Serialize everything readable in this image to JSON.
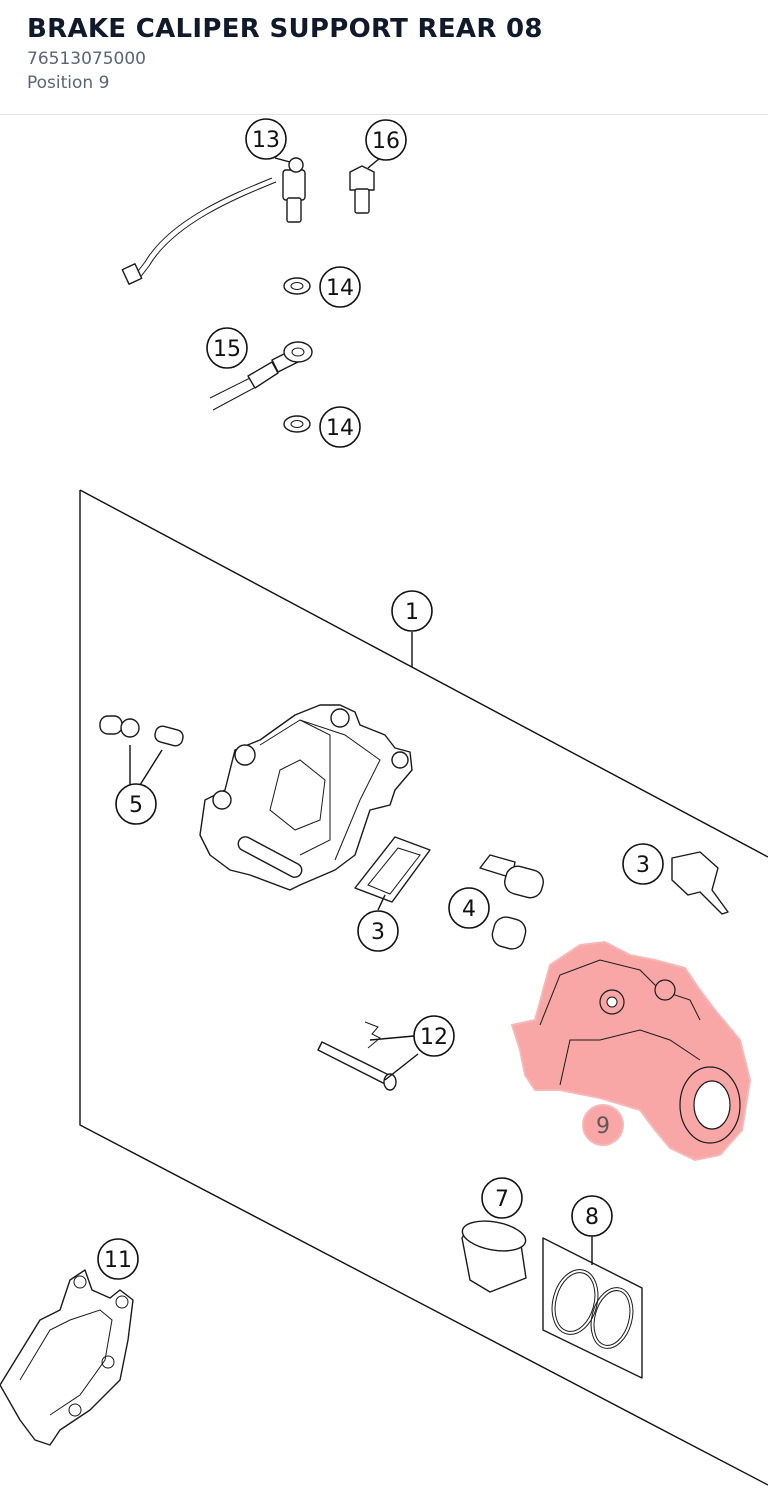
{
  "header": {
    "title": "BRAKE CALIPER SUPPORT REAR 08",
    "part_number": "76513075000",
    "position": "Position 9"
  },
  "diagram": {
    "highlight_color": "#f9a6a6",
    "highlight_stroke": "#f5b8b8",
    "callouts": {
      "c13": "13",
      "c16": "16",
      "c14a": "14",
      "c15": "15",
      "c14b": "14",
      "c1": "1",
      "c5": "5",
      "c3a": "3",
      "c3b": "3",
      "c4": "4",
      "c12": "12",
      "c9": "9",
      "c7": "7",
      "c8": "8",
      "c11": "11"
    }
  }
}
